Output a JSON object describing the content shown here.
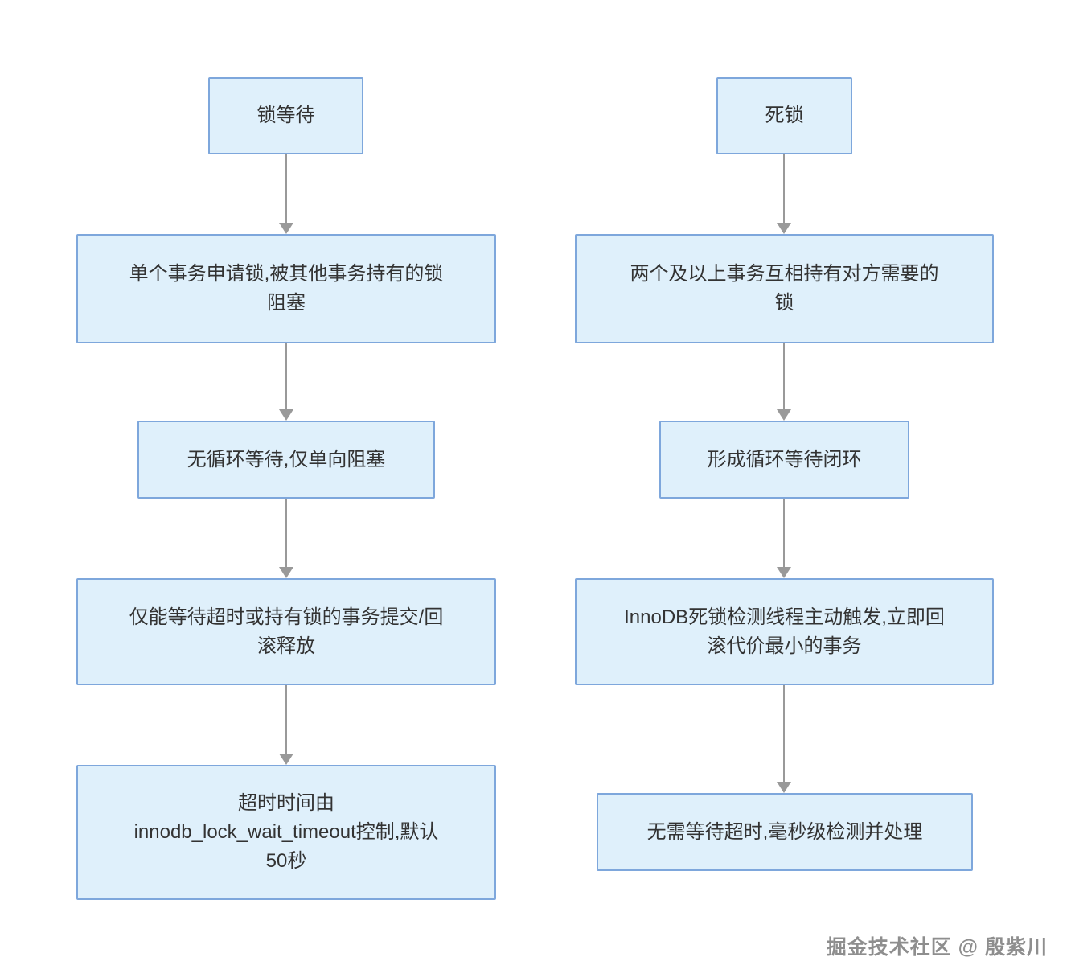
{
  "colors": {
    "page_bg": "#ffffff",
    "node_fill": "#dff0fb",
    "node_border": "#7ea7dc",
    "arrow": "#999999",
    "text": "#333333",
    "watermark": "#8e8e8e"
  },
  "flows": {
    "left": {
      "title": "锁等待",
      "steps": [
        [
          "单个事务申请锁,被其他事务持有的锁",
          "阻塞"
        ],
        [
          "无循环等待,仅单向阻塞"
        ],
        [
          "仅能等待超时或持有锁的事务提交/回",
          "滚释放"
        ],
        [
          "超时时间由",
          "innodb_lock_wait_timeout控制,默认",
          "50秒"
        ]
      ]
    },
    "right": {
      "title": "死锁",
      "steps": [
        [
          "两个及以上事务互相持有对方需要的",
          "锁"
        ],
        [
          "形成循环等待闭环"
        ],
        [
          "InnoDB死锁检测线程主动触发,立即回",
          "滚代价最小的事务"
        ],
        [
          "无需等待超时,毫秒级检测并处理"
        ]
      ]
    }
  },
  "watermark": {
    "text": "掘金技术社区 @ 殷紫川"
  }
}
